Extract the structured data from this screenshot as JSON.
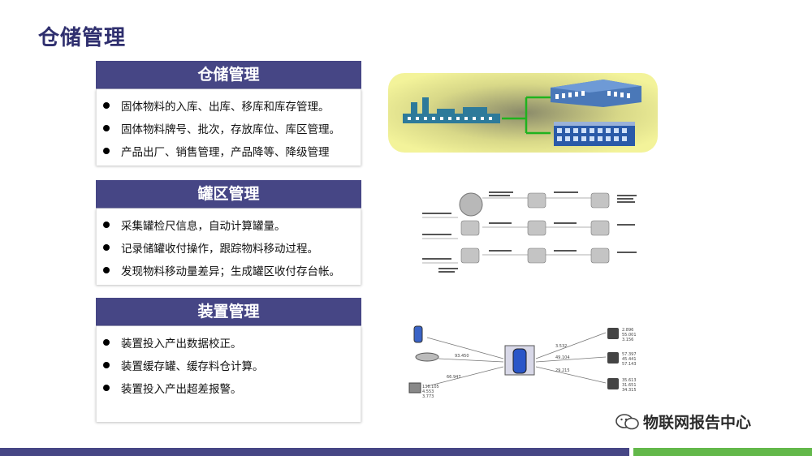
{
  "page": {
    "title": "仓储管理"
  },
  "sections": [
    {
      "header": "仓储管理",
      "items": [
        "固体物料的入库、出库、移库和库存管理。",
        "固体物料牌号、批次，存放库位、库区管理。",
        "产品出厂、销售管理，产品降等、降级管理"
      ]
    },
    {
      "header": "罐区管理",
      "items": [
        "采集罐检尺信息，自动计算罐量。",
        "记录储罐收付操作，跟踪物料移动过程。",
        "发现物料移动量差异；生成罐区收付存台帐。"
      ]
    },
    {
      "header": "装置管理",
      "items": [
        "装置投入产出数据校正。",
        "装置缓存罐、缓存料仓计算。",
        "装置投入产出超差报警。"
      ]
    }
  ],
  "diagram3": {
    "values_in": [
      "93.450",
      "66.947"
    ],
    "values_out": [
      "3.532",
      "49.104",
      "29.215"
    ],
    "values_right_1": [
      "2.896",
      "55.001",
      "3.156"
    ],
    "values_right_2": [
      "57.397",
      "45.441",
      "57.143"
    ],
    "values_right_3": [
      "35.613",
      "31.651",
      "34.315"
    ],
    "values_bottom": [
      "136.105",
      "4.553",
      "3.773"
    ]
  },
  "watermark": {
    "text": "物联网报告中心"
  },
  "colors": {
    "primary": "#464685",
    "accent": "#63b84a",
    "title": "#2f2f6e"
  }
}
